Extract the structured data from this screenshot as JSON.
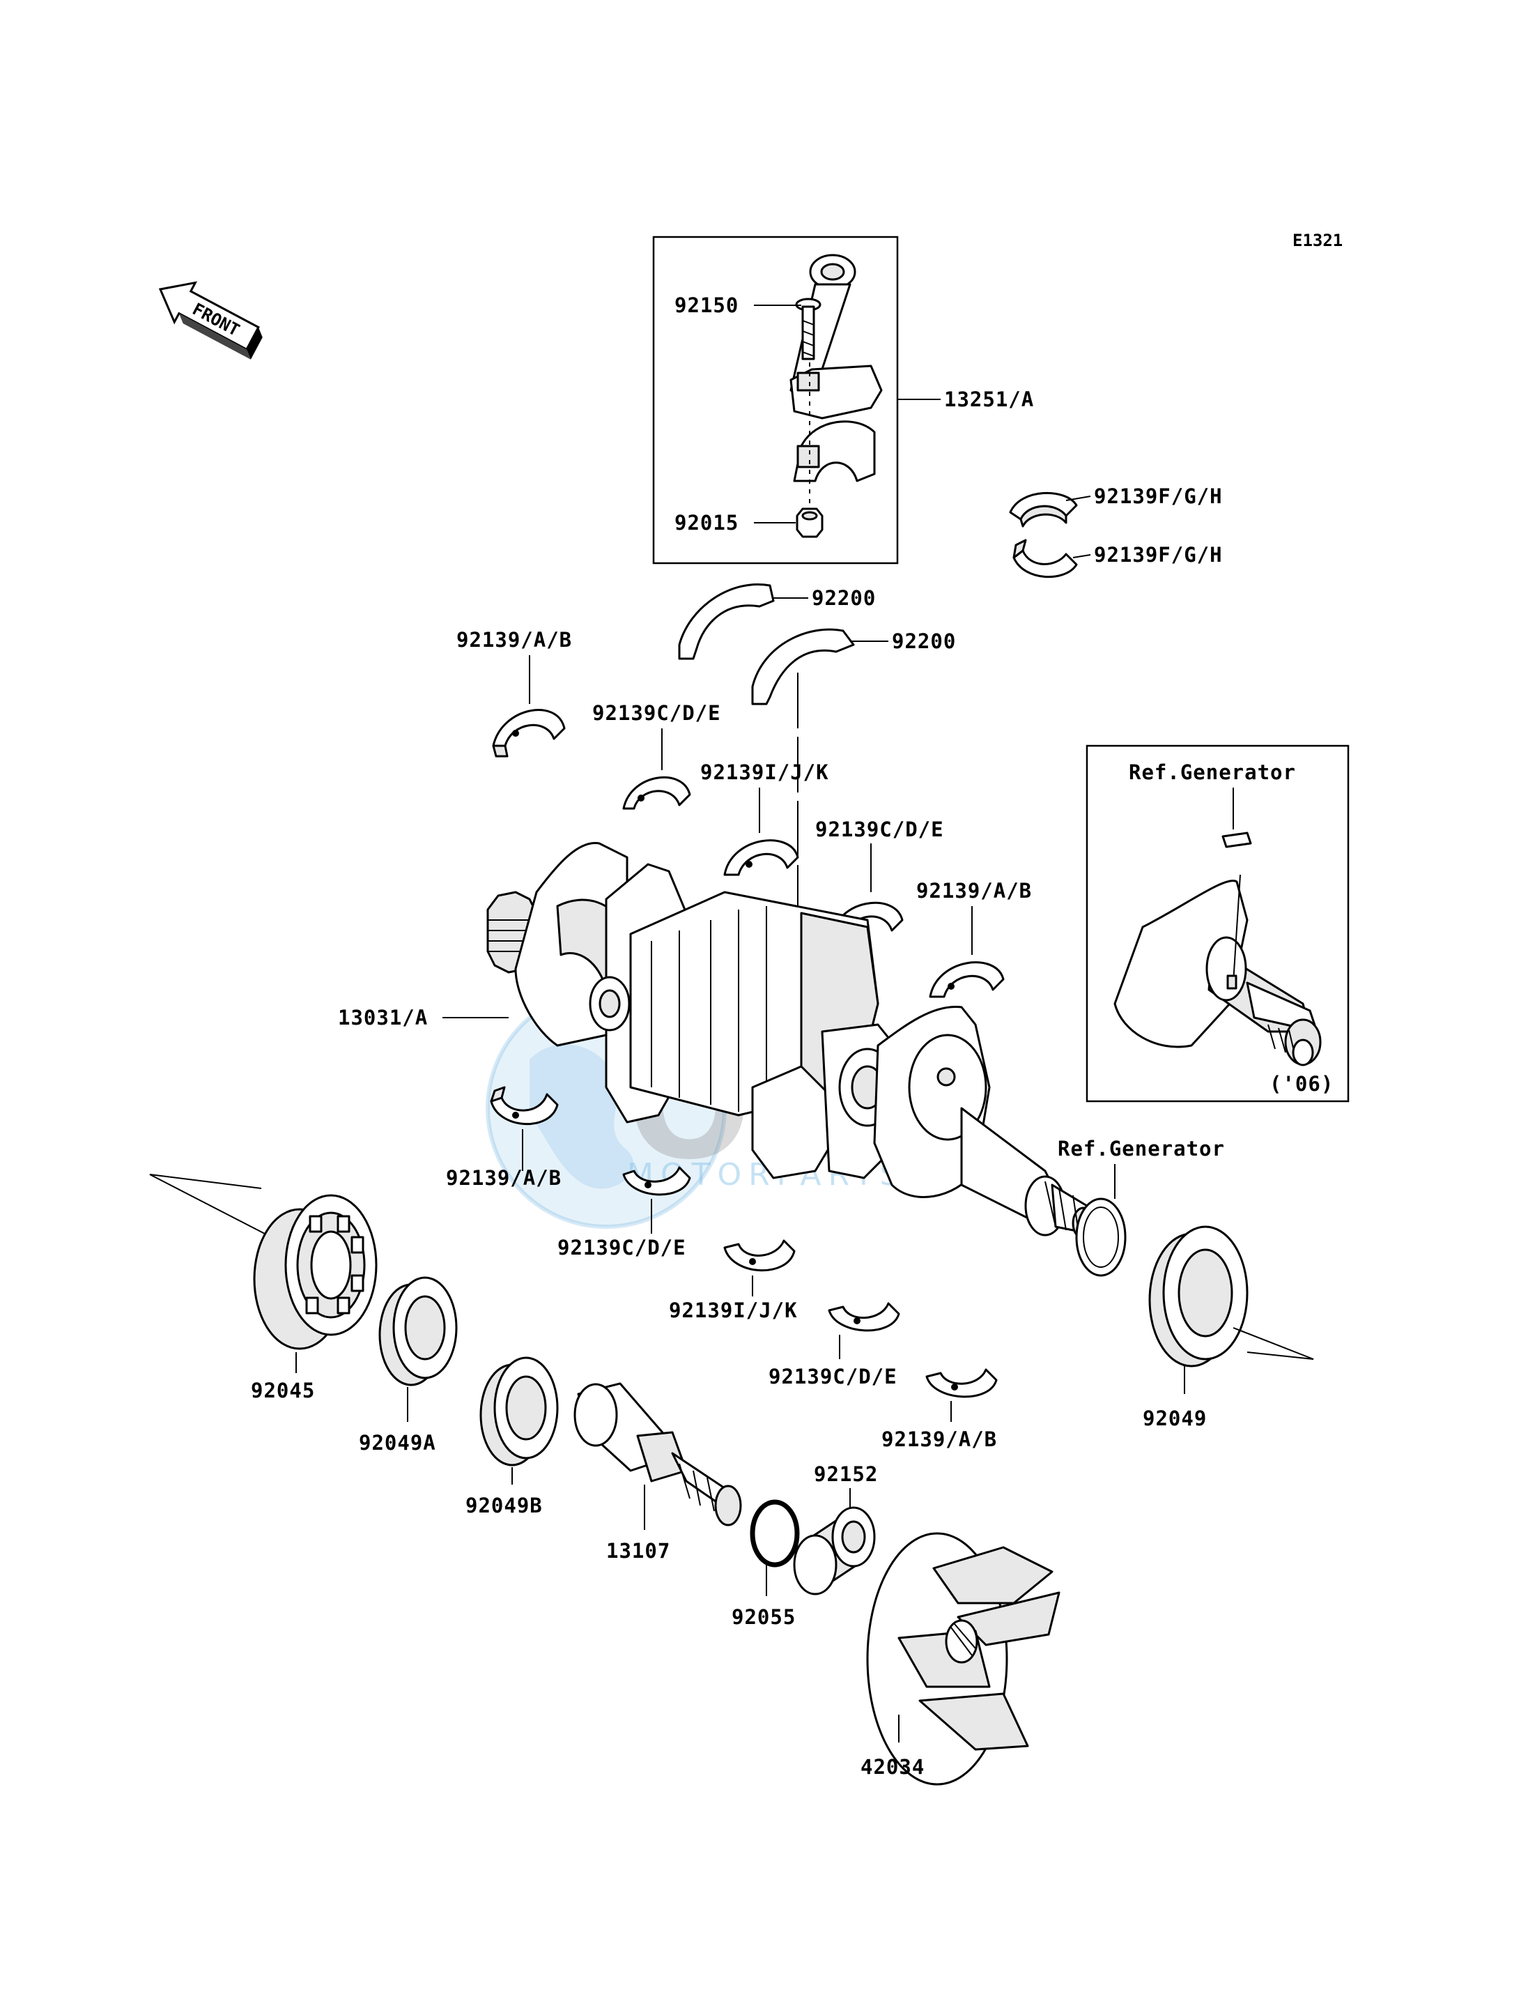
{
  "diagram_code": "E1321",
  "front_label": "FRONT",
  "labels": {
    "p92150": "92150",
    "p92015": "92015",
    "p13251": "13251/A",
    "p92139fgh_1": "92139F/G/H",
    "p92139fgh_2": "92139F/G/H",
    "p92200_1": "92200",
    "p92200_2": "92200",
    "p92139ab_top": "92139/A/B",
    "p92139cde_top": "92139C/D/E",
    "p92139ijk_top": "92139I/J/K",
    "p92139cde_mid": "92139C/D/E",
    "p92139ab_mid": "92139/A/B",
    "ref_generator_box": "Ref.Generator",
    "year_note": "('06)",
    "p13031": "13031/A",
    "p92139ab_low": "92139/A/B",
    "p92139cde_low": "92139C/D/E",
    "ref_generator": "Ref.Generator",
    "p92139ijk_low": "92139I/J/K",
    "p92139cde_bot": "92139C/D/E",
    "p92139ab_bot": "92139/A/B",
    "p92045": "92045",
    "p92049a": "92049A",
    "p92049b": "92049B",
    "p13107": "13107",
    "p92152": "92152",
    "p92055": "92055",
    "p42034": "42034",
    "p92049": "92049"
  },
  "watermark": {
    "title": "OEM",
    "subtitle": "MOTORPARTS",
    "colors": {
      "globe": "#5aa9dc",
      "text": "#7a7a7a"
    }
  }
}
